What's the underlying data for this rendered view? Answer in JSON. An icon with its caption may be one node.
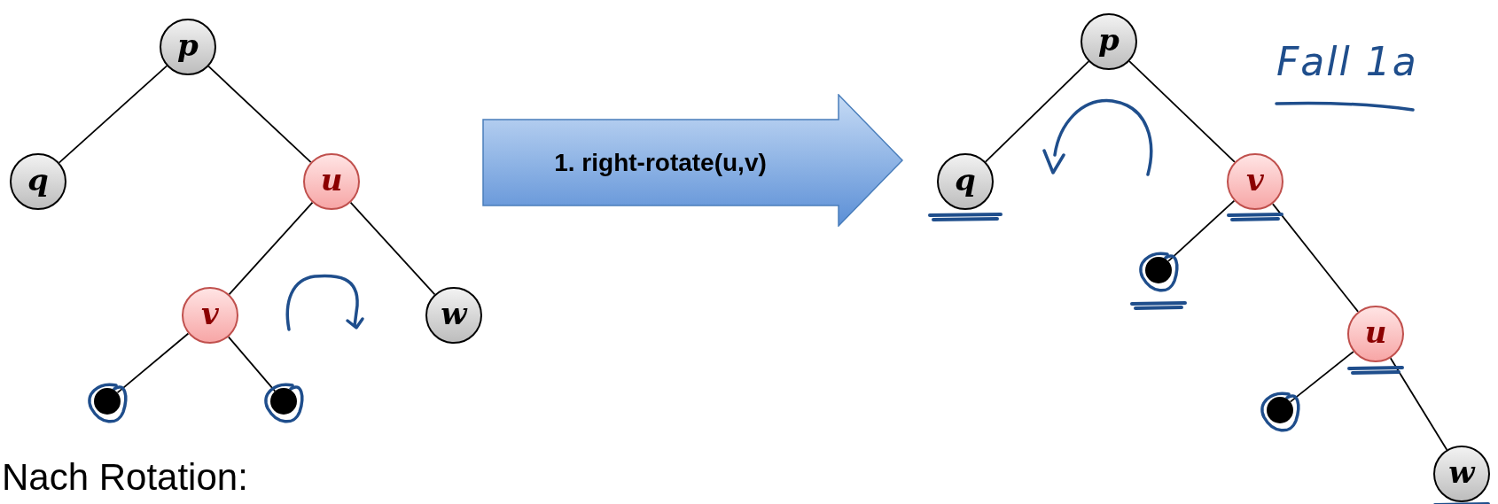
{
  "diagram": {
    "nodes": [
      {
        "text": [
          "p"
        ]
      },
      {
        "text": [
          "q"
        ]
      },
      {
        "text": [
          "u"
        ]
      },
      {
        "text": [
          "v"
        ]
      },
      {
        "text": [
          "w"
        ]
      },
      {
        "text": [],
        "shape": "circle"
      },
      {
        "text": [],
        "shape": "circle"
      },
      {
        "text": [
          "1. right-rotate(u,v)"
        ]
      },
      {
        "text": [
          "p"
        ]
      },
      {
        "text": [
          "q"
        ]
      },
      {
        "text": [
          "v"
        ]
      },
      {
        "text": [],
        "shape": "circle"
      },
      {
        "text": [
          "u"
        ]
      },
      {
        "text": [],
        "shape": "circle"
      },
      {
        "text": [
          "w"
        ]
      }
    ],
    "edges": [
      {
        "from": 0,
        "to": 1,
        "arrow": "none"
      },
      {
        "from": 0,
        "to": 2,
        "arrow": "none"
      },
      {
        "from": 2,
        "to": 3,
        "arrow": "none"
      },
      {
        "from": 2,
        "to": 4,
        "arrow": "none"
      },
      {
        "from": 3,
        "to": 5,
        "arrow": "none"
      },
      {
        "from": 3,
        "to": 6,
        "arrow": "none"
      },
      {
        "from": 8,
        "to": 9,
        "arrow": "none"
      },
      {
        "from": 8,
        "to": 10,
        "arrow": "none"
      },
      {
        "from": 10,
        "to": 11,
        "arrow": "none"
      },
      {
        "from": 10,
        "to": 12,
        "arrow": "none"
      },
      {
        "from": 12,
        "to": 13,
        "arrow": "none"
      },
      {
        "from": 12,
        "to": 14,
        "arrow": "none"
      }
    ],
    "labels": [
      "Fall 1a",
      "Nach Rotation:"
    ]
  }
}
